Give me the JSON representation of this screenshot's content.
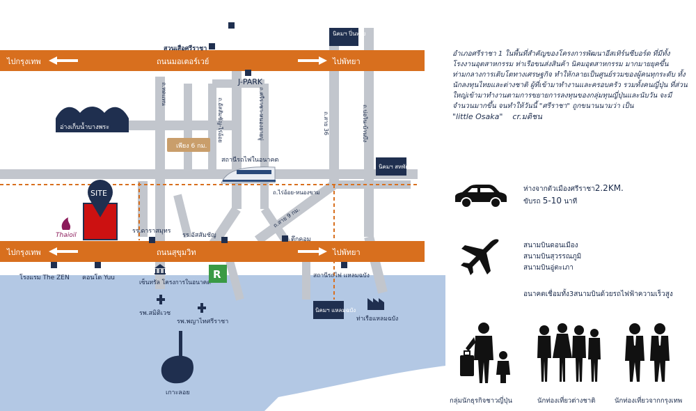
{
  "map": {
    "roads": {
      "motorway_name": "ถนนมอเตอร์เวย์",
      "sukhumvit_name": "ถนนสุขุมวิท",
      "to_bangkok_top": "ไปกรุงเทพ",
      "to_pattaya_top": "ไปพัทยา",
      "to_bangkok_bottom": "ไปกรุงเทพ",
      "to_pattaya_bottom": "ไปพัทยา",
      "road_vertical_1": "ถ.อัสสัมชัญ-ไร่อ้อย",
      "road_vertical_2": "ถ.ศรีราชา-หนองยายบู่",
      "road_vertical_3": "ถ.สาย 36",
      "road_vertical_4": "ถ.บ่อวิน-บ้านบึง",
      "road_left": "ถ.ทดแทน",
      "road_rai_oi": "ถ.ไร่อ้อย-หนองขาม",
      "road_sai9": "ถ.สาย 9 กม."
    },
    "places": {
      "suan_suea": "สวนเสือศรีราชา",
      "j_park": "J-PARK",
      "nikhom_pinthong": "นิคมฯ ปิ่นทอง",
      "reservoir": "อ่างเก็บน้ำบางพระ",
      "only_6km": "เพียง 6 กม.",
      "future_station": "สถานีรถไฟในอนาคต",
      "nikhom_sahaphat": "นิคมฯ สหพัฒน์",
      "site": "SITE",
      "school_darasamut": "รร.ดาราสมุทร",
      "school_assumption": "รร.อัสสัมชัญ",
      "tuk_com": "ตึกคอม",
      "thaioil": "Thaioil",
      "hotel_zen": "โรงแรม The ZEN",
      "condo_yuu": "คอนโด Yuu",
      "central": "เซ็นทรัล โครงการในอนาคต",
      "robinson": "R",
      "laem_chabang_station": "สถานีรถไฟ แหลมฉบัง",
      "hospital_samitivej": "รพ.สมิติเวช",
      "hospital_phyathai": "รพ.พญาไทศรีราชา",
      "nikhom_laem_chabang": "นิคมฯ แหลมฉบัง",
      "laem_chabang_port": "ท่าเรือแหลมฉบัง",
      "koh_loy": "เกาะลอย"
    },
    "colors": {
      "road_orange": "#d86f1e",
      "road_gray": "#c2c6cd",
      "sea": "#b3c8e4",
      "site_red": "#cc1111",
      "navy": "#1f2f4f",
      "tan": "#c99e6b",
      "robinson_green": "#3a9a45"
    }
  },
  "sidebar": {
    "description": "อำเภอศรีราชา 1 ในพื้นที่สำคัญของโครงการพัฒนาอีสเทิร์นซีบอร์ด ที่มีทั้ง โรงงานอุตสาหกรรม ท่าเรือขนส่งสินค้า นิคมอุตสาหกรรม มากมายยุคขึ้น ท่ามกลางการเติบโตทางเศรษฐกิจ ทำให้กลายเป็นศูนย์รวมของผู้คนทุกระดับ ทั้งนักลงทุนไทยและต่างชาติ ผู้ที่เข้ามาทำงานและครอบครัว รวมทั้งคนญี่ปุ่น ที่ส่วนใหญ่เข้ามาทำงานตามการขยายการลงทุนของกลุ่มทุนญี่ปุ่นและนับวัน จะมีจำนวนมากขึ้น จนทำให้วันนี้ \"ศรีราชา\" ถูกขนานนามว่า เป็น",
    "nickname": "\"little Osaka\"",
    "credit": "cr.มติชน",
    "car_line1_prefix": "ห่างจากตัวเมืองศรีราชา",
    "car_line1_value": "2.2KM.",
    "car_line2_prefix": "ขับรถ",
    "car_line2_value": "5-10",
    "car_line2_suffix": "นาที",
    "airport_1": "สนามบินดอนเมือง",
    "airport_2": "สนามบินสุวรรณภูมิ",
    "airport_3": "สนามบินอู่ตะเภา",
    "airport_future": "อนาคตเชื่อมทั้ง3สนามบินด้วยรถไฟฟ้าความเร็วสูง",
    "icons": {
      "car": "car-icon",
      "plane": "airplane-icon",
      "people_1": "business-travellers-icon",
      "people_2": "foreign-tourists-icon",
      "people_3": "bangkok-visitors-icon"
    },
    "people_caption_1": "กลุ่มนักธุรกิจชาวญี่ปุ่น",
    "people_caption_2": "นักท่องเที่ยวต่างชาติ",
    "people_caption_3": "นักท่องเที่ยวจากกรุงเทพ"
  }
}
